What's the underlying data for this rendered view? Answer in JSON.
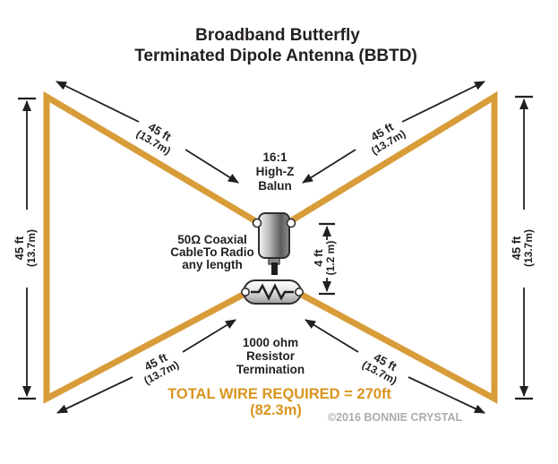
{
  "title": {
    "line1": "Broadband Butterfly",
    "line2": "Terminated Dipole Antenna (BBTD)"
  },
  "colors": {
    "wire": "#D89C39",
    "ink": "#231F20",
    "accent_text": "#D9941F",
    "copyright_gray": "#ABABAB",
    "background": "#FFFFFF"
  },
  "dimensions": {
    "top_left_wire": {
      "value": "45 ft",
      "metric": "(13.7m)"
    },
    "top_right_wire": {
      "value": "45 ft",
      "metric": "(13.7m)"
    },
    "bottom_left_wire": {
      "value": "45 ft",
      "metric": "(13.7m)"
    },
    "bottom_right_wire": {
      "value": "45 ft",
      "metric": "(13.7m)"
    },
    "left_side": {
      "value": "45 ft",
      "metric": "(13.7m)"
    },
    "right_side": {
      "value": "45 ft",
      "metric": "(13.7m)"
    },
    "feed_to_resistor": {
      "value": "4 ft",
      "metric": "(1.2 m)"
    }
  },
  "annotations": {
    "balun": {
      "line1": "16:1",
      "line2": "High-Z",
      "line3": "Balun"
    },
    "coax": {
      "line1": "50Ω Coaxial",
      "line2": "CableTo Radio",
      "line3": "any length"
    },
    "resistor": {
      "line1": "1000 ohm",
      "line2": "Resistor",
      "line3": "Termination"
    },
    "total_wire": {
      "line1": "TOTAL WIRE REQUIRED = 270ft",
      "line2": "(82.3m)"
    },
    "copyright": "©2016 BONNIE CRYSTAL"
  }
}
